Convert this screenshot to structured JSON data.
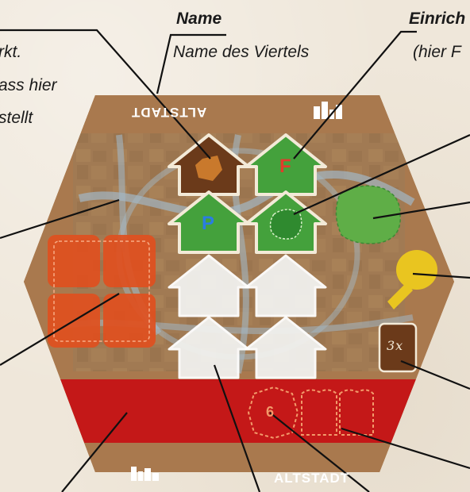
{
  "callouts": {
    "name_title": "Name",
    "name_desc": "Name des Viertels",
    "facility_title": "Einrich",
    "facility_desc": "(hier F",
    "left_line1": "rkt.",
    "left_line2": "ass hier",
    "left_line3": "stellt"
  },
  "tile": {
    "name_top": "ALTSTADT",
    "name_bottom": "ALTSTADT",
    "house_letter_f": "F",
    "house_letter_p": "P",
    "token_count": "3x",
    "slot_number": "6"
  },
  "colors": {
    "tile_brown": "#a9794e",
    "banner_red": "#c41818",
    "house_green": "#44a13c",
    "house_brown": "#6b3a1a",
    "house_white": "#f1f1ee",
    "square_orange": "#e0501f",
    "park_green": "#5fae47",
    "marker_yellow": "#e9c520"
  }
}
